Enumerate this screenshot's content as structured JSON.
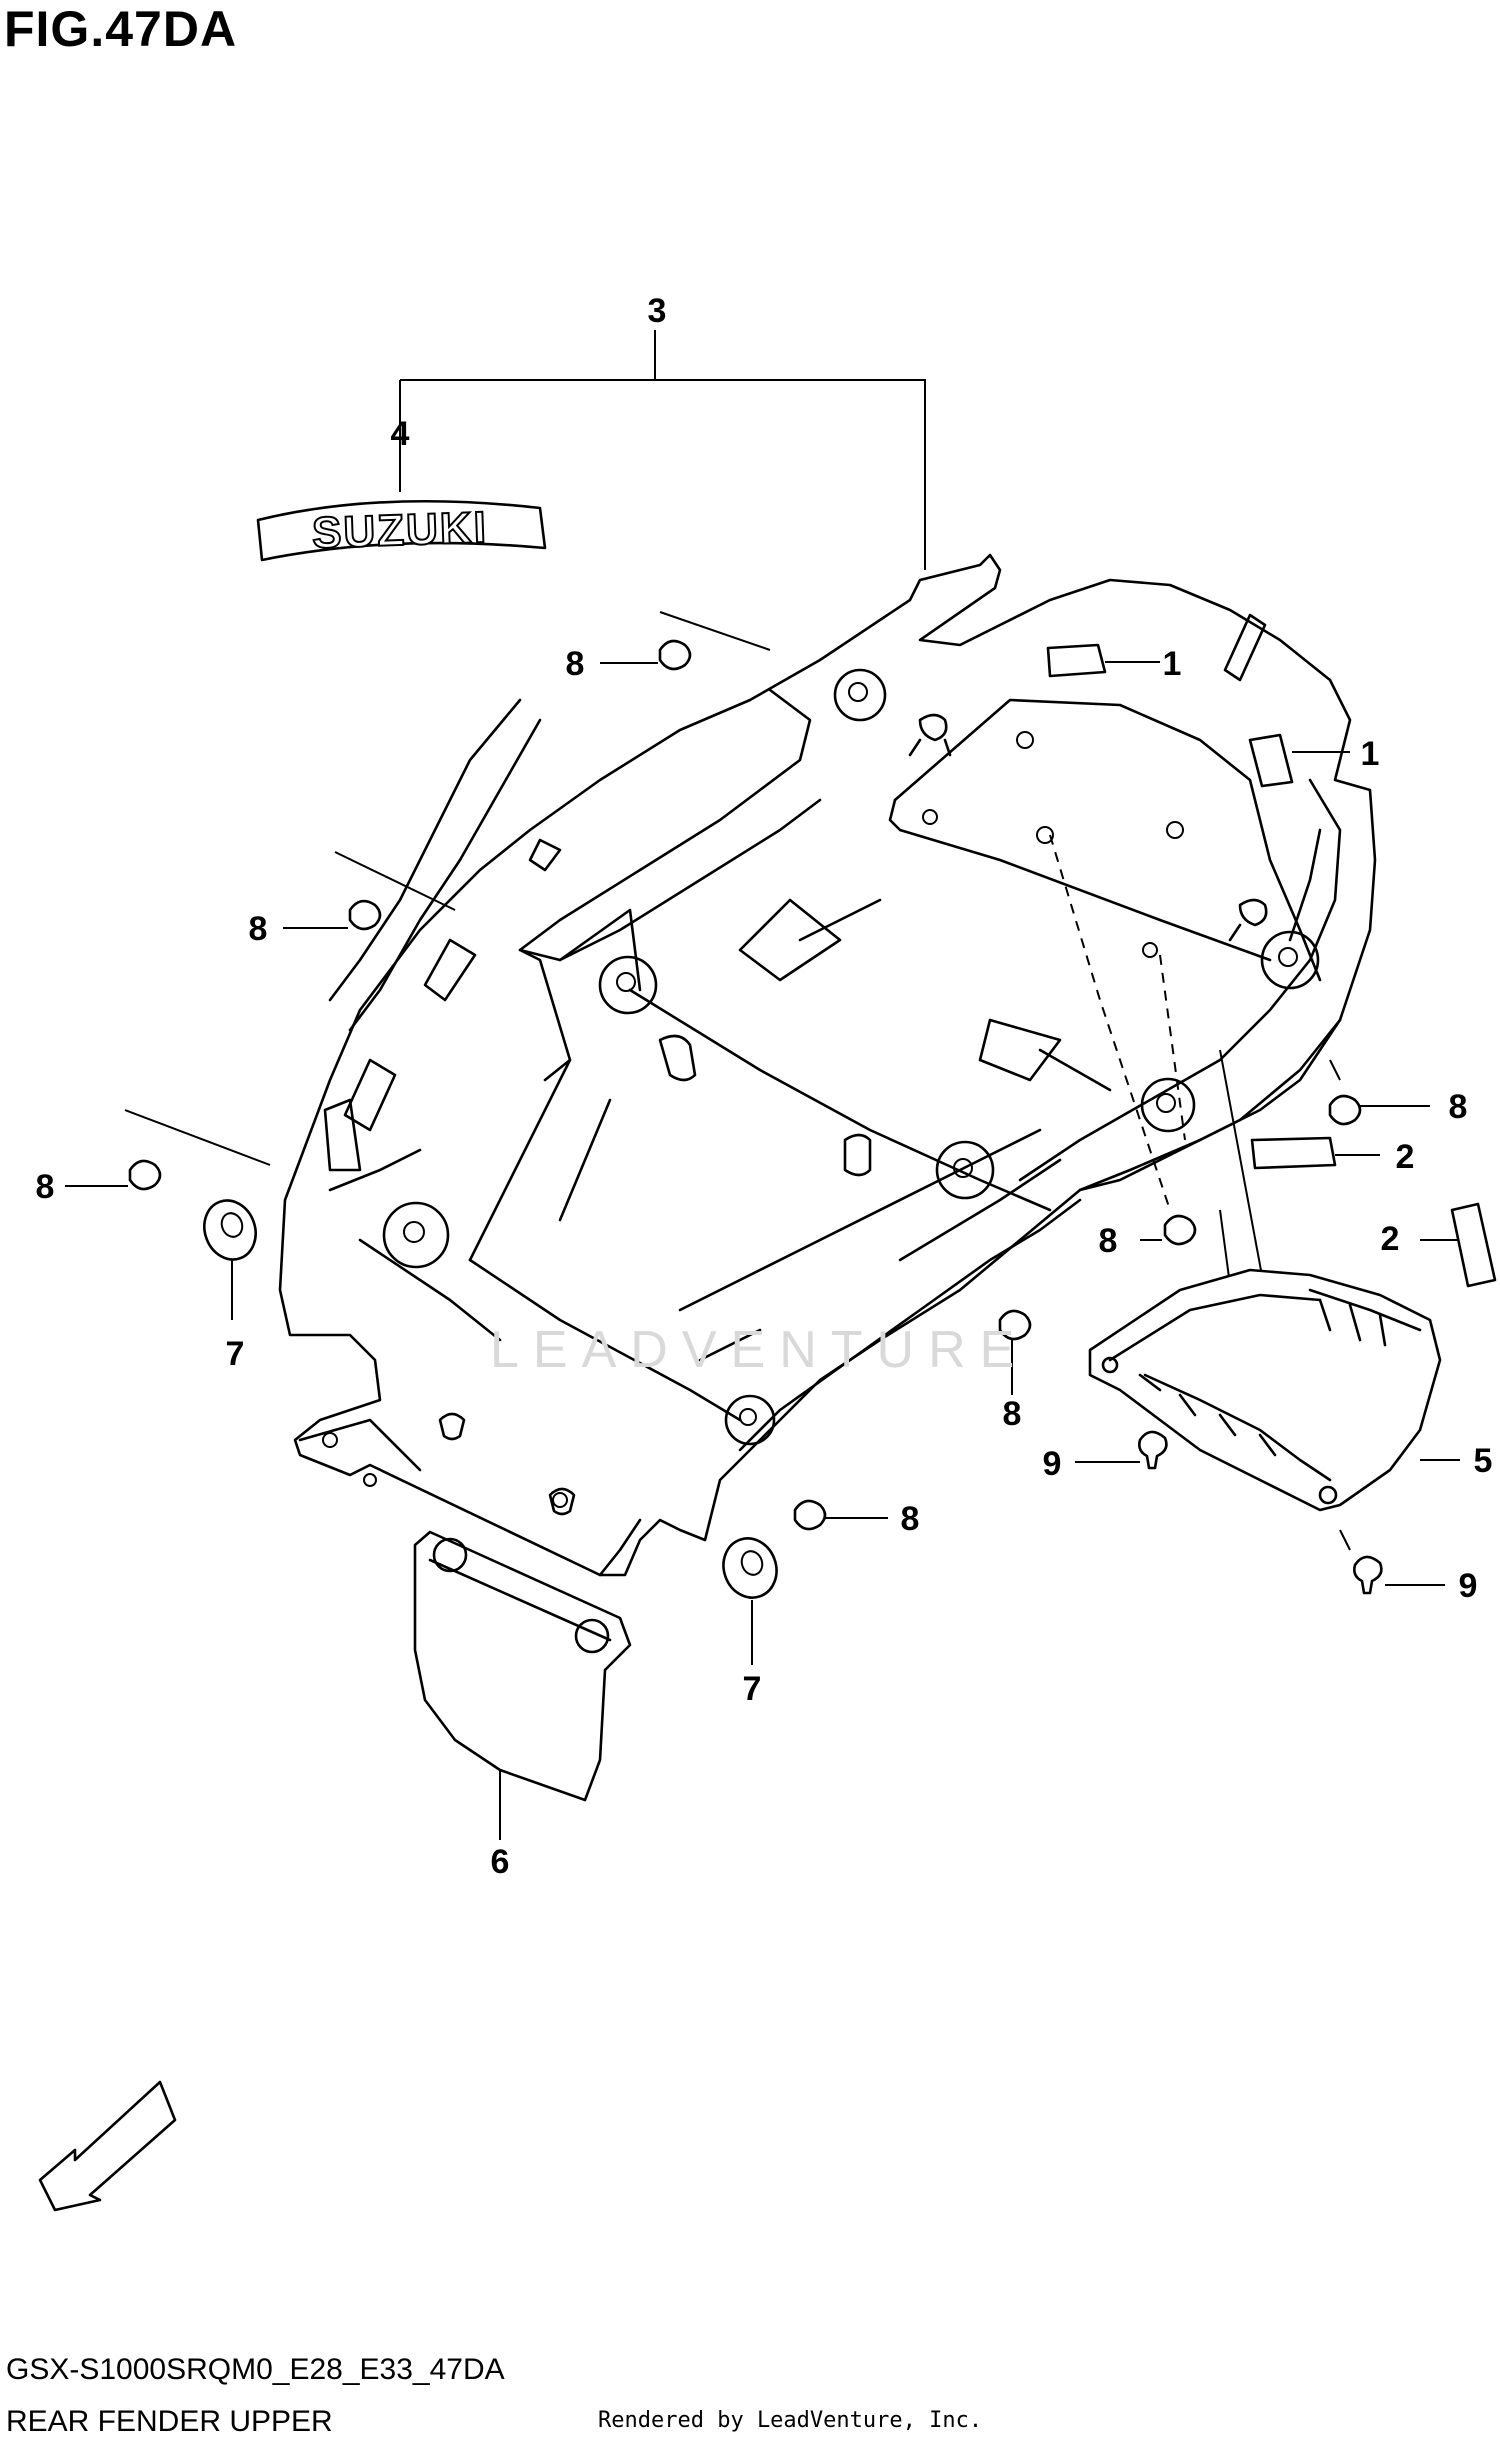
{
  "figure": {
    "title": "FIG.47DA",
    "model_code": "GSX-S1000SRQM0_E28_E33_47DA",
    "section_name": "REAR FENDER UPPER",
    "rendered_by": "Rendered by LeadVenture, Inc.",
    "watermark": "LEADVENTURE",
    "emblem_text": "SUZUKI",
    "direction_label": "FWD"
  },
  "callouts": {
    "c3": "3",
    "c4": "4",
    "c8a": "8",
    "c8b": "8",
    "c8c": "8",
    "c8d": "8",
    "c8e": "8",
    "c8f": "8",
    "c8g": "8",
    "c1a": "1",
    "c1b": "1",
    "c2a": "2",
    "c2b": "2",
    "c7a": "7",
    "c7b": "7",
    "c5": "5",
    "c6": "6",
    "c9a": "9",
    "c9b": "9"
  }
}
